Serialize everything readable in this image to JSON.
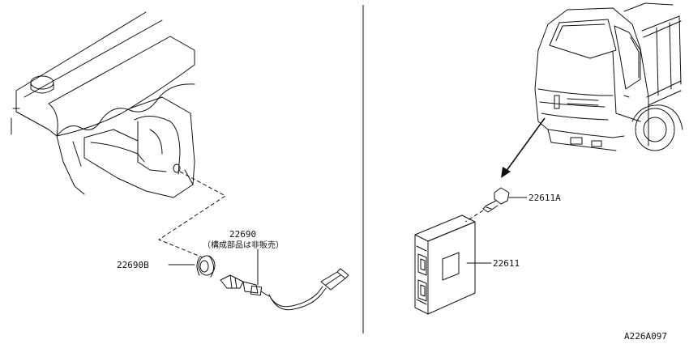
{
  "labels": {
    "sensor_part": "22690",
    "sensor_note": "（構成部品は非販売）",
    "washer_part": "22690B",
    "bolt_part": "22611A",
    "unit_part": "22611",
    "figure_id": "A226A097"
  }
}
